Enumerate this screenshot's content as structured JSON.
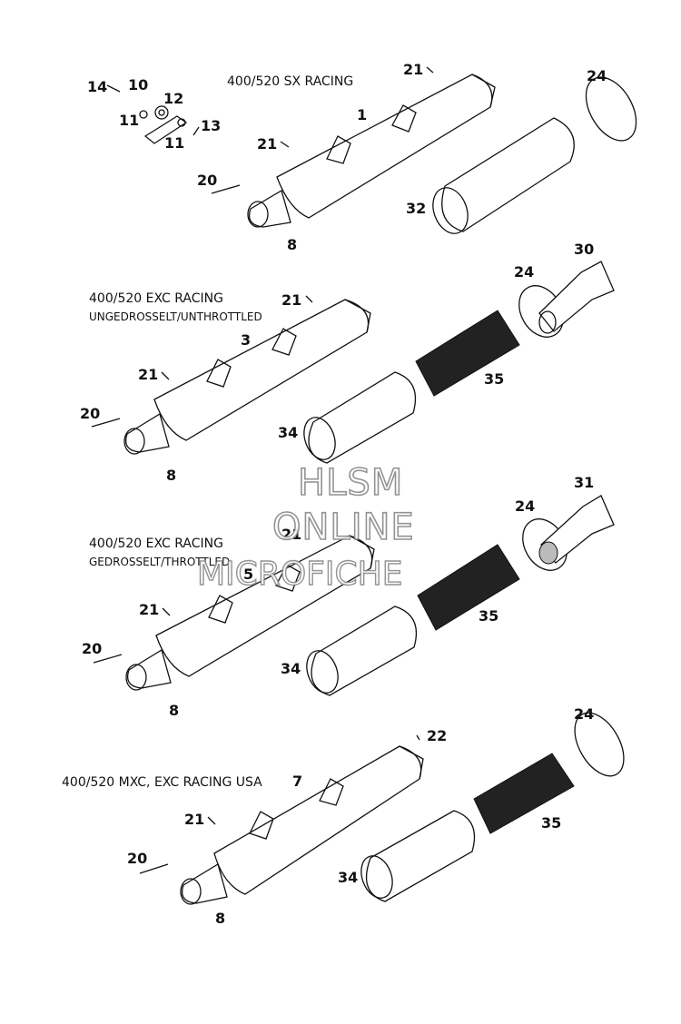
{
  "sections": {
    "sx": {
      "title": "400/520 SX RACING",
      "subtitle": ""
    },
    "exc_unthrottled": {
      "title": "400/520 EXC RACING",
      "subtitle": "UNGEDROSSELT/UNTHROTTLED"
    },
    "exc_throttled": {
      "title": "400/520 EXC RACING",
      "subtitle": "GEDROSSELT/THROTTLED"
    },
    "mxc_usa": {
      "title": "400/520 MXC, EXC RACING USA",
      "subtitle": ""
    }
  },
  "watermark": {
    "line1": "HLSM",
    "line2": "ONLINE",
    "line3": "MICROFICHE"
  },
  "parts": {
    "p14": "14",
    "p10": "10",
    "p12": "12",
    "p11a": "11",
    "p11b": "11",
    "p13": "13",
    "s1_main": "1",
    "s1_21a": "21",
    "s1_21b": "21",
    "s1_20": "20",
    "s1_8": "8",
    "s1_24": "24",
    "s1_32": "32",
    "s2_main": "3",
    "s2_21a": "21",
    "s2_21b": "21",
    "s2_20": "20",
    "s2_8": "8",
    "s2_24": "24",
    "s2_30": "30",
    "s2_34": "34",
    "s2_35": "35",
    "s3_main": "5",
    "s3_21a": "21",
    "s3_21b": "21",
    "s3_20": "20",
    "s3_8": "8",
    "s3_24": "24",
    "s3_31": "31",
    "s3_34": "34",
    "s3_35": "35",
    "s4_main": "7",
    "s4_22": "22",
    "s4_21": "21",
    "s4_20": "20",
    "s4_8": "8",
    "s4_24": "24",
    "s4_34": "34",
    "s4_35": "35"
  }
}
